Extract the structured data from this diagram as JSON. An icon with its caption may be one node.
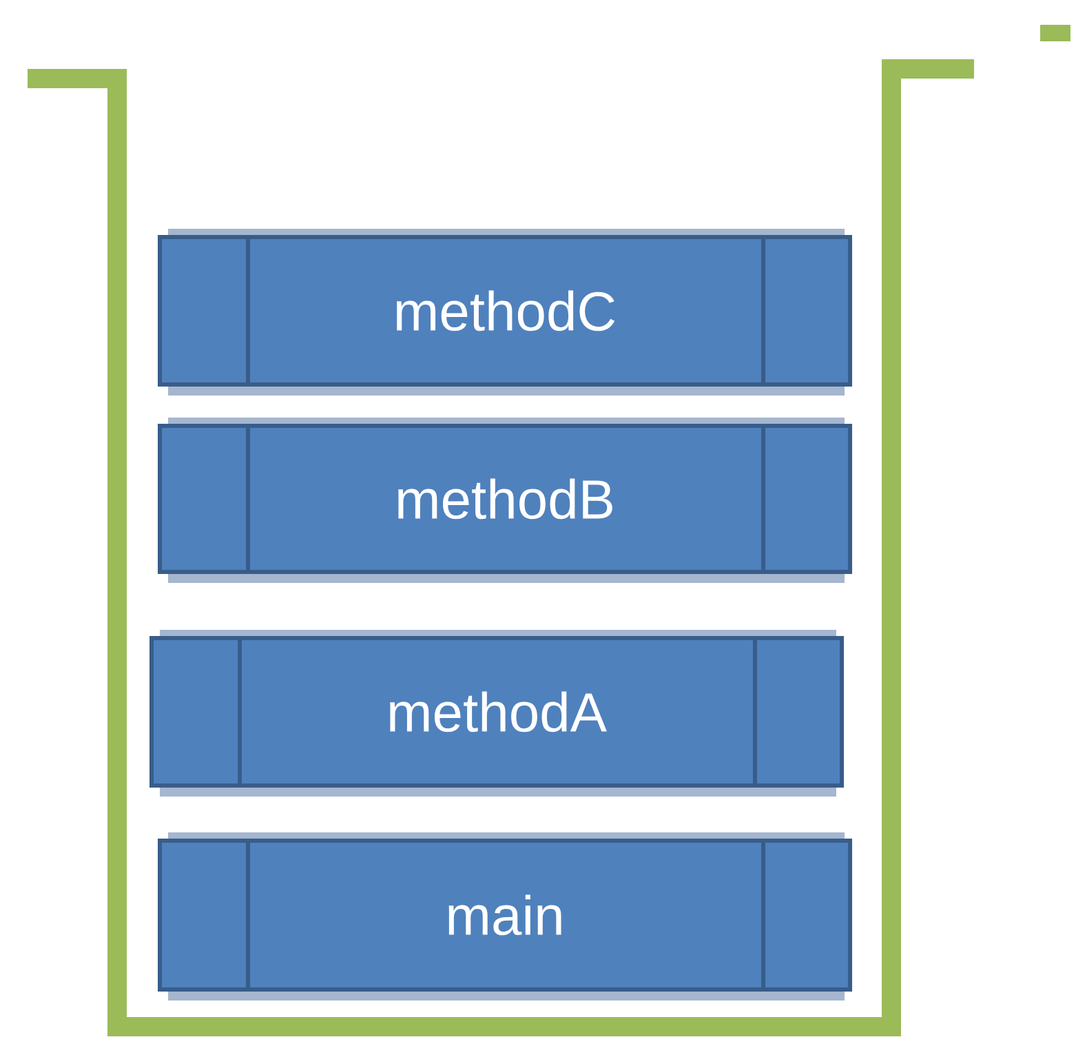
{
  "diagram": {
    "nodes": [
      {
        "text": [
          "methodC"
        ]
      },
      {
        "text": [
          "methodB"
        ]
      },
      {
        "text": [
          "methodA"
        ]
      },
      {
        "text": [
          "main"
        ]
      }
    ]
  }
}
